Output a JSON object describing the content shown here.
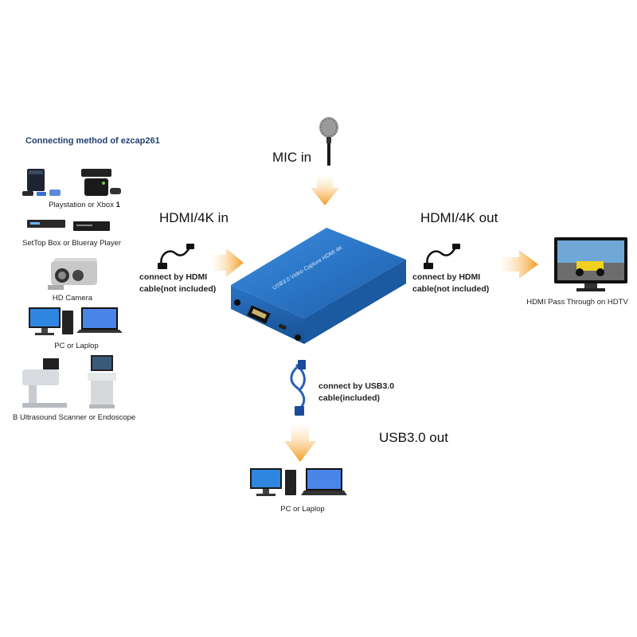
{
  "diagram": {
    "title": "Connecting method of ezcap261",
    "sources": [
      {
        "label": "Playstation or Xbox",
        "suffix": "1"
      },
      {
        "label": "SetTop Box or Blueray Player"
      },
      {
        "label": "HD Camera"
      },
      {
        "label": "PC or Laplop"
      },
      {
        "label": "B Ultrasound Scanner or Endoscope"
      }
    ],
    "mic_in": "MIC in",
    "hdmi_in": "HDMI/4K in",
    "hdmi_out": "HDMI/4K out",
    "usb_out": "USB3.0 out",
    "hdmi_in_note": [
      "connect by HDMI",
      "cable(not included)"
    ],
    "hdmi_out_note": [
      "connect by HDMI",
      "cable(not included)"
    ],
    "usb_note": [
      "connect by USB3.0",
      "cable(included)"
    ],
    "tv_label": "HDMI Pass Through on HDTV",
    "pc_label": "PC or Laplop",
    "device_text": "USB3.0 Video Capture HDMI 4K",
    "colors": {
      "arrow": "#f39a1e",
      "device": "#1f6fc0",
      "title": "#23406e"
    }
  }
}
